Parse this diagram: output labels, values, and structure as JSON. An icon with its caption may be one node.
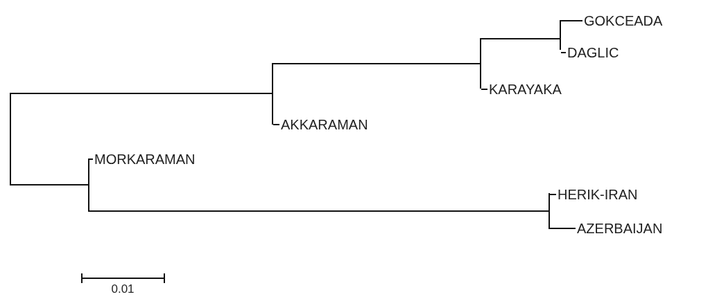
{
  "diagram": {
    "nodes": [
      {
        "text": [],
        "shape": "bar"
      },
      {
        "text": [],
        "shape": "bar"
      },
      {
        "text": [],
        "shape": "bar"
      },
      {
        "text": [],
        "shape": "bar"
      },
      {
        "text": [
          "GOKCEADA"
        ]
      },
      {
        "text": [
          "DAGLIC"
        ]
      },
      {
        "text": [
          "KARAYAKA"
        ]
      },
      {
        "text": [
          "AKKARAMAN"
        ]
      },
      {
        "text": [],
        "shape": "bar"
      },
      {
        "text": [
          "MORKARAMAN"
        ]
      },
      {
        "text": [],
        "shape": "bar"
      },
      {
        "text": [
          "HERIK-IRAN"
        ]
      },
      {
        "text": [
          "AZERBAIJAN"
        ]
      }
    ],
    "edges": [
      {
        "from": 0,
        "to": 1,
        "arrow": "none"
      },
      {
        "from": 1,
        "to": 2,
        "arrow": "none"
      },
      {
        "from": 2,
        "to": 3,
        "arrow": "none"
      },
      {
        "from": 3,
        "to": 4,
        "arrow": "none"
      },
      {
        "from": 3,
        "to": 5,
        "arrow": "none"
      },
      {
        "from": 2,
        "to": 6,
        "arrow": "none"
      },
      {
        "from": 1,
        "to": 7,
        "arrow": "none"
      },
      {
        "from": 0,
        "to": 8,
        "arrow": "none"
      },
      {
        "from": 8,
        "to": 9,
        "arrow": "none"
      },
      {
        "from": 8,
        "to": 10,
        "arrow": "none"
      },
      {
        "from": 10,
        "to": 11,
        "arrow": "none"
      },
      {
        "from": 10,
        "to": 12,
        "arrow": "none"
      }
    ],
    "labels": [
      "0.01"
    ]
  }
}
